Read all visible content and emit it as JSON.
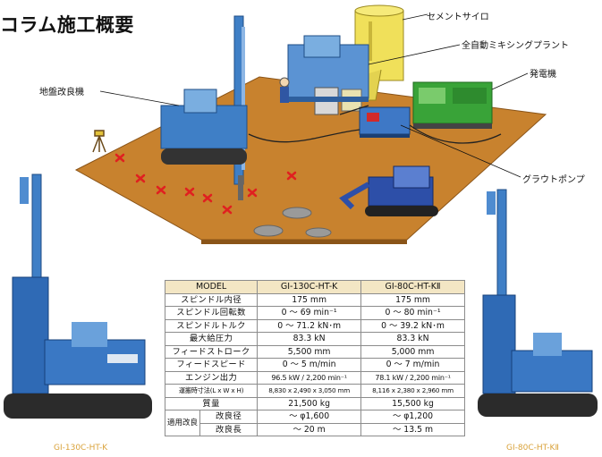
{
  "title": "コラム施工概要",
  "callouts": {
    "cement_silo": "セメントサイロ",
    "mixing_plant": "全自動ミキシングプラント",
    "generator": "発電機",
    "ground_improver": "地盤改良機",
    "grout_pump": "グラウトポンプ"
  },
  "captions": {
    "left_machine": "GI-130C-HT-K",
    "right_machine": "GI-80C-HT-KⅡ"
  },
  "spec_table": {
    "headers": {
      "model": "MODEL",
      "col1": "GI-130C-HT-K",
      "col2": "GI-80C-HT-KⅡ"
    },
    "rows": [
      {
        "label": "スピンドル内径",
        "v1": "175 mm",
        "v2": "175 mm"
      },
      {
        "label": "スピンドル回転数",
        "v1": "0 ～ 69 min⁻¹",
        "v2": "0 ～ 80 min⁻¹"
      },
      {
        "label": "スピンドルトルク",
        "v1": "0 ～ 71.2 kN･m",
        "v2": "0 ～ 39.2 kN･m"
      },
      {
        "label": "最大給圧力",
        "v1": "83.3 kN",
        "v2": "83.3 kN"
      },
      {
        "label": "フィードストローク",
        "v1": "5,500 mm",
        "v2": "5,000 mm"
      },
      {
        "label": "フィードスピード",
        "v1": "0 ～ 5 m/min",
        "v2": "0 ～ 7 m/min"
      },
      {
        "label": "エンジン出力",
        "v1": "96.5 kW / 2,200 min⁻¹",
        "v2": "78.1 kW / 2,200 min⁻¹"
      },
      {
        "label": "運搬時寸法(L x W x H)",
        "v1": "8,830 x 2,490 x 3,050 mm",
        "v2": "8,116 x 2,380 x 2,960 mm"
      },
      {
        "label": "質量",
        "v1": "21,500 kg",
        "v2": "15,500 kg"
      }
    ],
    "group_label": "適用改良",
    "group_rows": [
      {
        "label": "改良径",
        "v1": "～ φ1,600",
        "v2": "～ φ1,200"
      },
      {
        "label": "改良長",
        "v1": "～ 20 m",
        "v2": "～ 13.5 m"
      }
    ]
  },
  "colors": {
    "ground": "#c8822e",
    "machine_blue": "#3f7fc6",
    "generator_green": "#39a338",
    "silo_yellow": "#f0e05a",
    "mark_red": "#e02020",
    "table_header": "#f3e6c4"
  }
}
